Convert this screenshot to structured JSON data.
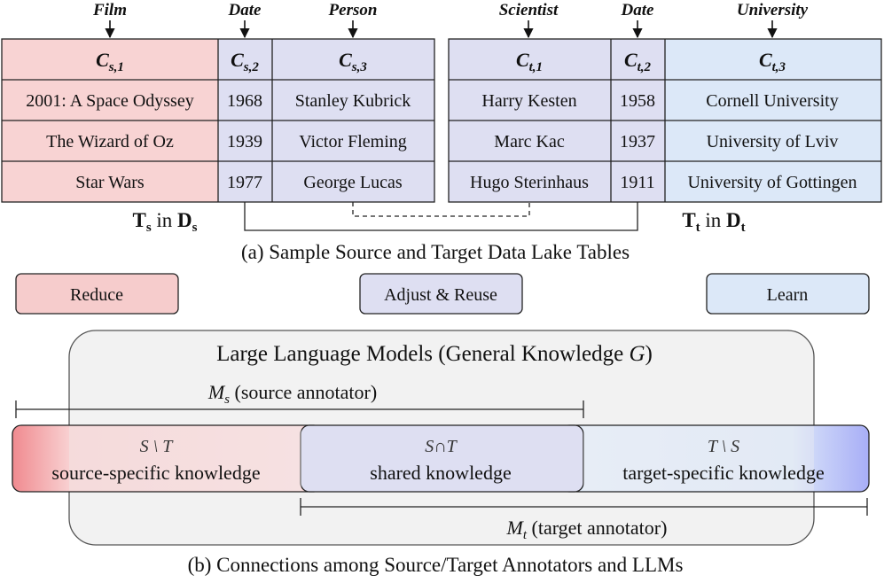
{
  "source_table": {
    "semantic_types": [
      "Film",
      "Date",
      "Person"
    ],
    "headers": [
      {
        "base": "C",
        "sub": "s,1"
      },
      {
        "base": "C",
        "sub": "s,2"
      },
      {
        "base": "C",
        "sub": "s,3"
      }
    ],
    "rows": [
      [
        "2001: A Space Odyssey",
        "1968",
        "Stanley Kubrick"
      ],
      [
        "The Wizard of Oz",
        "1939",
        "Victor Fleming"
      ],
      [
        "Star Wars",
        "1977",
        "George Lucas"
      ]
    ],
    "label": {
      "t": "T",
      "t_sub": "s",
      "in": "in",
      "d": "D",
      "d_sub": "s"
    }
  },
  "target_table": {
    "semantic_types": [
      "Scientist",
      "Date",
      "University"
    ],
    "headers": [
      {
        "base": "C",
        "sub": "t,1"
      },
      {
        "base": "C",
        "sub": "t,2"
      },
      {
        "base": "C",
        "sub": "t,3"
      }
    ],
    "rows": [
      [
        "Harry Kesten",
        "1958",
        "Cornell University"
      ],
      [
        "Marc Kac",
        "1937",
        "University of Lviv"
      ],
      [
        "Hugo Sterinhaus",
        "1911",
        "University of Gottingen"
      ]
    ],
    "label": {
      "t": "T",
      "t_sub": "t",
      "in": "in",
      "d": "D",
      "d_sub": "t"
    }
  },
  "caption_a": "(a) Sample Source and Target Data Lake Tables",
  "buttons": {
    "reduce": "Reduce",
    "adjust_reuse": "Adjust & Reuse",
    "learn": "Learn"
  },
  "llm_box": {
    "title": "Large Language Models (General Knowledge ",
    "title_symbol": "G",
    "title_end": ")"
  },
  "source_annotator": {
    "symbol": "M",
    "sub": "s",
    "text": " (source annotator)"
  },
  "target_annotator": {
    "symbol": "M",
    "sub": "t",
    "text": " (target annotator)"
  },
  "knowledge": {
    "source_specific": {
      "set": "S \\ T",
      "text": "source-specific knowledge"
    },
    "shared": {
      "set": "S∩T",
      "text": "shared knowledge"
    },
    "target_specific": {
      "set": "T \\ S",
      "text": "target-specific knowledge"
    }
  },
  "caption_b": "(b) Connections among Source/Target Annotators and LLMs",
  "colors": {
    "source": "#f8d3d3",
    "source_header": "#f6cccc",
    "shared": "#dedff2",
    "target": "#dce8f8",
    "source_accent": "#f08a8f",
    "target_accent": "#a8aef7",
    "llm_box": "#f2f2f2"
  }
}
